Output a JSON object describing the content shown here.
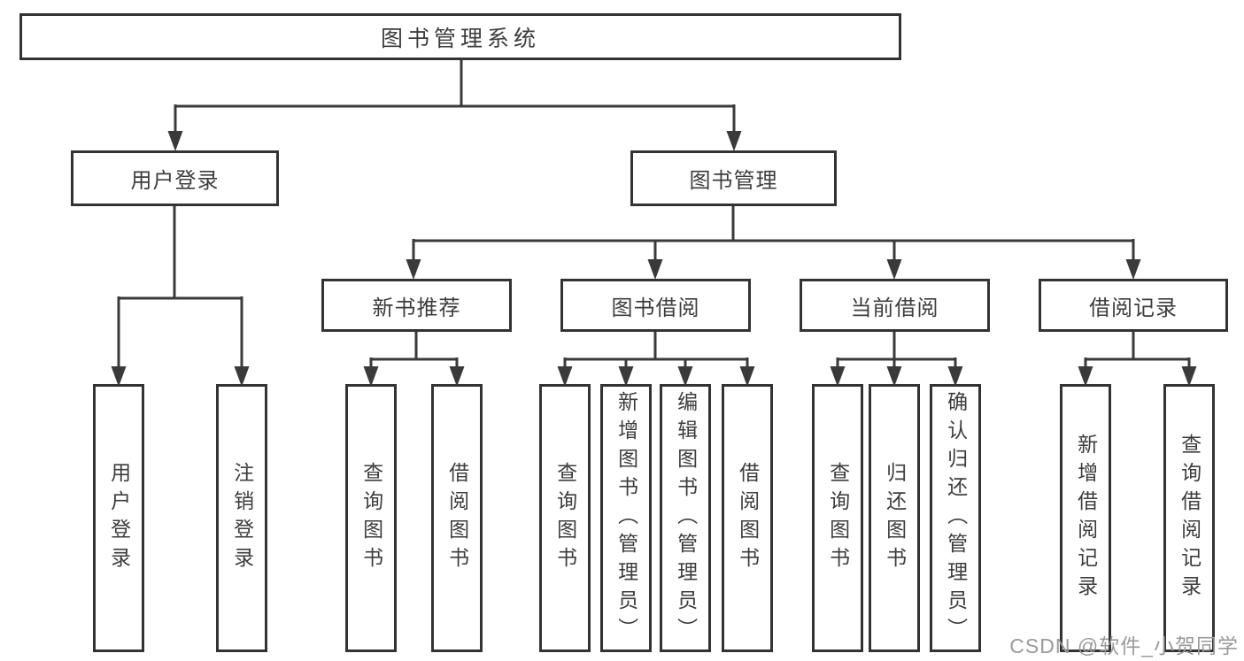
{
  "diagram": {
    "title": "图书管理系统",
    "tree": {
      "root": {
        "label": "图书管理系统",
        "children": [
          {
            "label": "用户登录",
            "children": [
              {
                "label": "用户登录"
              },
              {
                "label": "注销登录"
              }
            ]
          },
          {
            "label": "图书管理",
            "children": [
              {
                "label": "新书推荐",
                "children": [
                  {
                    "label": "查询图书"
                  },
                  {
                    "label": "借阅图书"
                  }
                ]
              },
              {
                "label": "图书借阅",
                "children": [
                  {
                    "label": "查询图书"
                  },
                  {
                    "label": "新增图书（管理员）"
                  },
                  {
                    "label": "编辑图书（管理员）"
                  },
                  {
                    "label": "借阅图书"
                  }
                ]
              },
              {
                "label": "当前借阅",
                "children": [
                  {
                    "label": "查询图书"
                  },
                  {
                    "label": "归还图书"
                  },
                  {
                    "label": "确认归还（管理员）"
                  }
                ]
              },
              {
                "label": "借阅记录",
                "children": [
                  {
                    "label": "新增借阅记录"
                  },
                  {
                    "label": "查询借阅记录"
                  }
                ]
              }
            ]
          }
        ]
      }
    },
    "colors": {
      "line": "#3a3a3a",
      "border": "#333333",
      "text": "#3d3d3d",
      "background": "#ffffff",
      "watermark_text": "#9a9a9a"
    }
  },
  "watermark": {
    "text": "CSDN @软件_小贺同学"
  }
}
